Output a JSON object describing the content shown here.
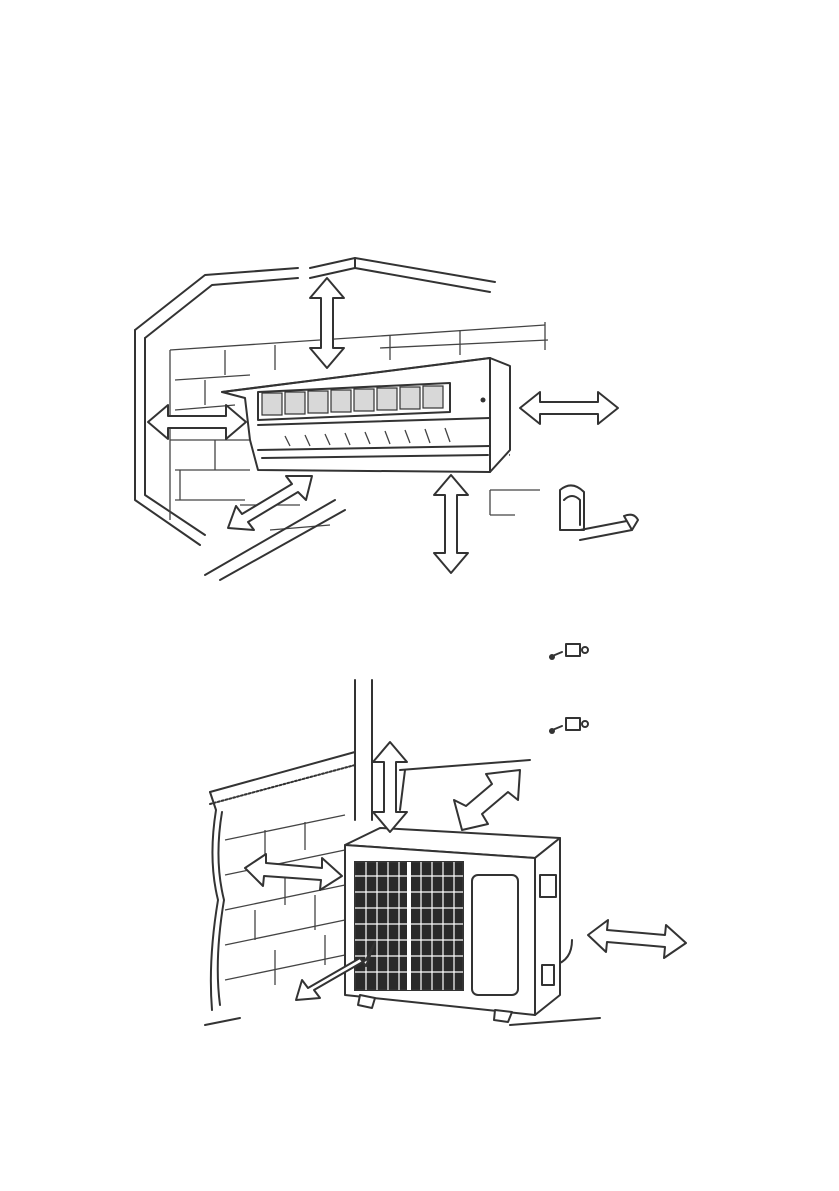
{
  "figure": {
    "description_visible_text": "",
    "colors": {
      "line": "#333333",
      "background": "#ffffff",
      "panel_shade": "#d8d8d8",
      "grille": "#2a2a2a"
    },
    "parts": {
      "indoor_unit": "indoor-unit",
      "outdoor_unit": "outdoor-unit",
      "pipe": "refrigerant-pipe",
      "walls": [
        "upper-wall",
        "lower-wall"
      ]
    },
    "clearance_arrows": [
      "clearance-arrow-indoor-top",
      "clearance-arrow-indoor-left",
      "clearance-arrow-indoor-right",
      "clearance-arrow-indoor-bottom",
      "clearance-arrow-indoor-front",
      "clearance-arrow-outdoor-top",
      "clearance-arrow-outdoor-back",
      "clearance-arrow-outdoor-left",
      "clearance-arrow-outdoor-front",
      "clearance-arrow-outdoor-right"
    ]
  }
}
